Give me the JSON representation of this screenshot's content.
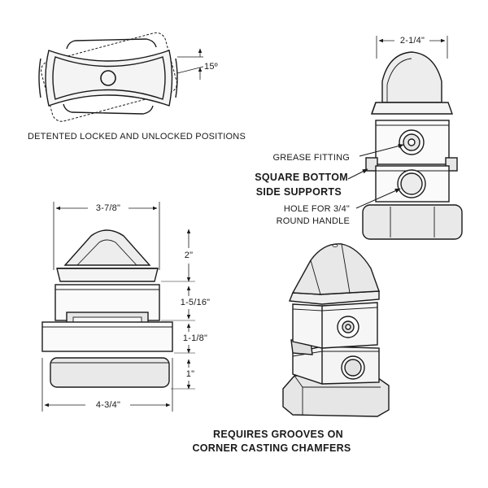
{
  "labels": {
    "detent_caption": "DETENTED LOCKED AND UNLOCKED POSITIONS",
    "angle": "15º",
    "grease_fitting": "GREASE FITTING",
    "square_bottom_line1": "SQUARE BOTTOM",
    "square_bottom_line2": "SIDE SUPPORTS",
    "hole_line1": "HOLE FOR 3/4\"",
    "hole_line2": "ROUND HANDLE",
    "footer_line1": "REQUIRES GROOVES ON",
    "footer_line2": "CORNER CASTING CHAMFERS"
  },
  "dimensions": {
    "side_width": "2-1/4\"",
    "front_width": "3-7/8\"",
    "cone_height": "2\"",
    "upper_block": "1-5/16\"",
    "lower_block": "1-1/8\"",
    "base_height": "1\"",
    "base_width": "4-3/4\""
  },
  "colors": {
    "line": "#1a1a1a",
    "shade": "#e6e6e6",
    "dark_shade": "#c8c8c8"
  }
}
